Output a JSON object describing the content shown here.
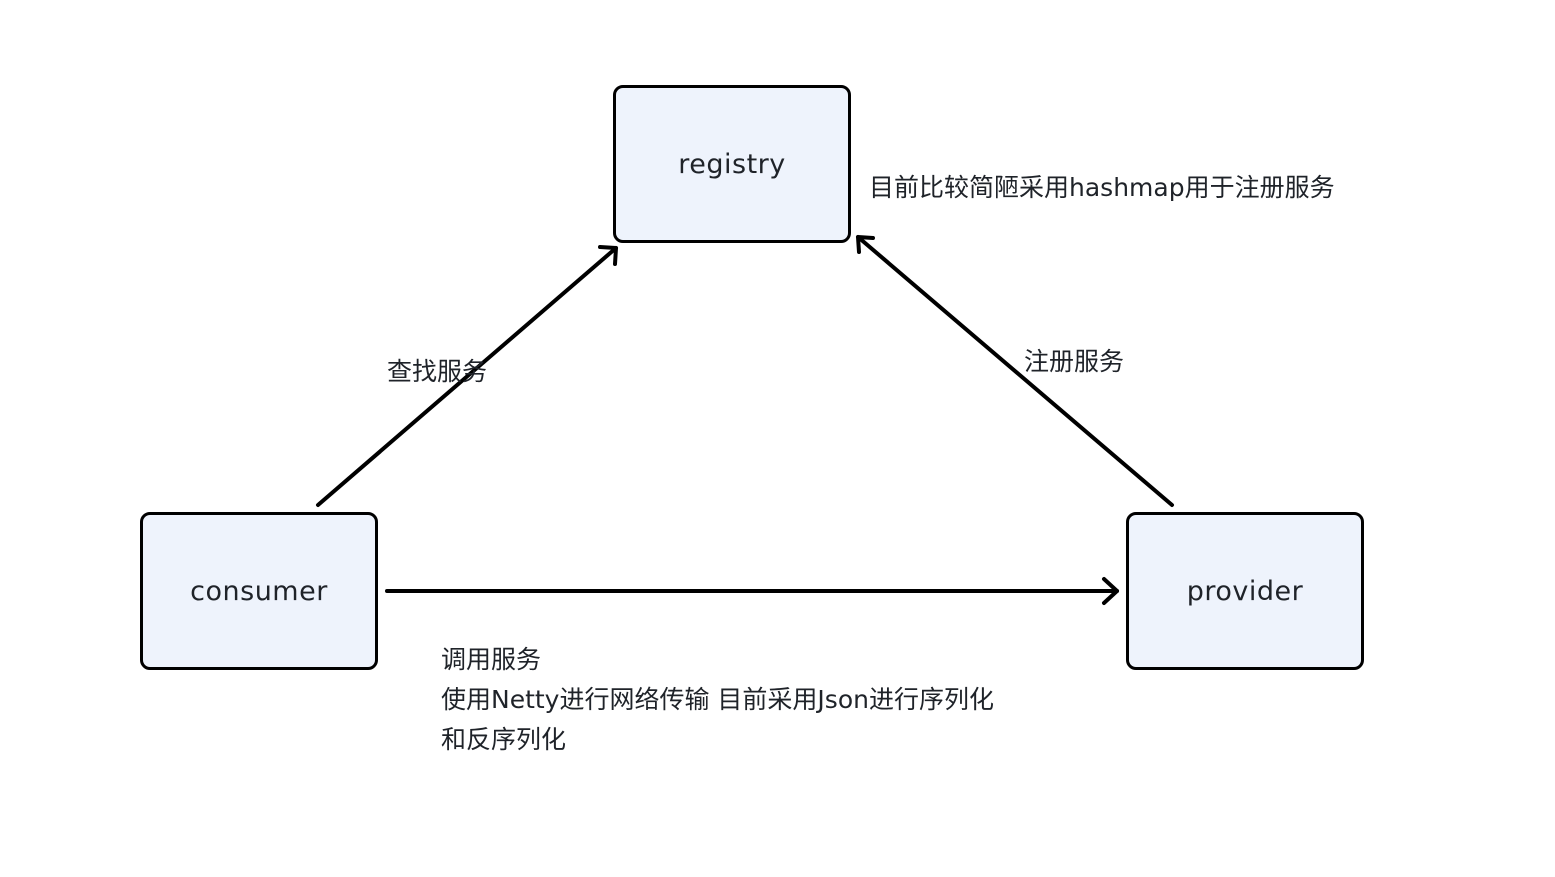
{
  "nodes": {
    "registry": "registry",
    "consumer": "consumer",
    "provider": "provider"
  },
  "edges": {
    "consumer_to_registry": "查找服务",
    "provider_to_registry": "注册服务",
    "consumer_to_provider": {
      "line1": "调用服务",
      "line2": "使用Netty进行网络传输 目前采用Json进行序列化",
      "line3": "和反序列化"
    }
  },
  "notes": {
    "registry_note": "目前比较简陋采用hashmap用于注册服务"
  },
  "colors": {
    "node_fill": "#eef3fc",
    "stroke": "#000000",
    "text": "#1f2329"
  }
}
